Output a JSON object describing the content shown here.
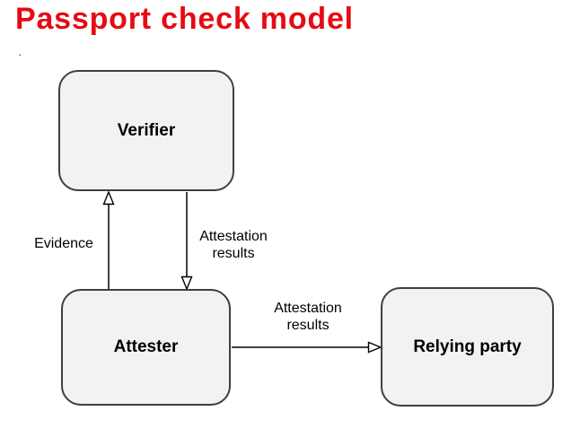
{
  "title": "Passport check model",
  "stray_mark": ".",
  "colors": {
    "title_red": "#e60b13",
    "box_fill": "#f2f2f2",
    "box_border": "#3a4046",
    "arrow_line": "#000000",
    "label_text": "#000000",
    "background": "#ffffff"
  },
  "diagram": {
    "nodes": [
      {
        "id": "verifier",
        "label": "Verifier"
      },
      {
        "id": "attester",
        "label": "Attester"
      },
      {
        "id": "relying-party",
        "label": "Relying party"
      }
    ],
    "edges": [
      {
        "from": "attester",
        "to": "verifier",
        "label": "Evidence",
        "arrow_style": "open-triangle",
        "direction": "up"
      },
      {
        "from": "verifier",
        "to": "attester",
        "label": "Attestation results",
        "arrow_style": "open-triangle",
        "direction": "down"
      },
      {
        "from": "attester",
        "to": "relying-party",
        "label": "Attestation results",
        "arrow_style": "open-triangle",
        "direction": "right"
      }
    ]
  }
}
